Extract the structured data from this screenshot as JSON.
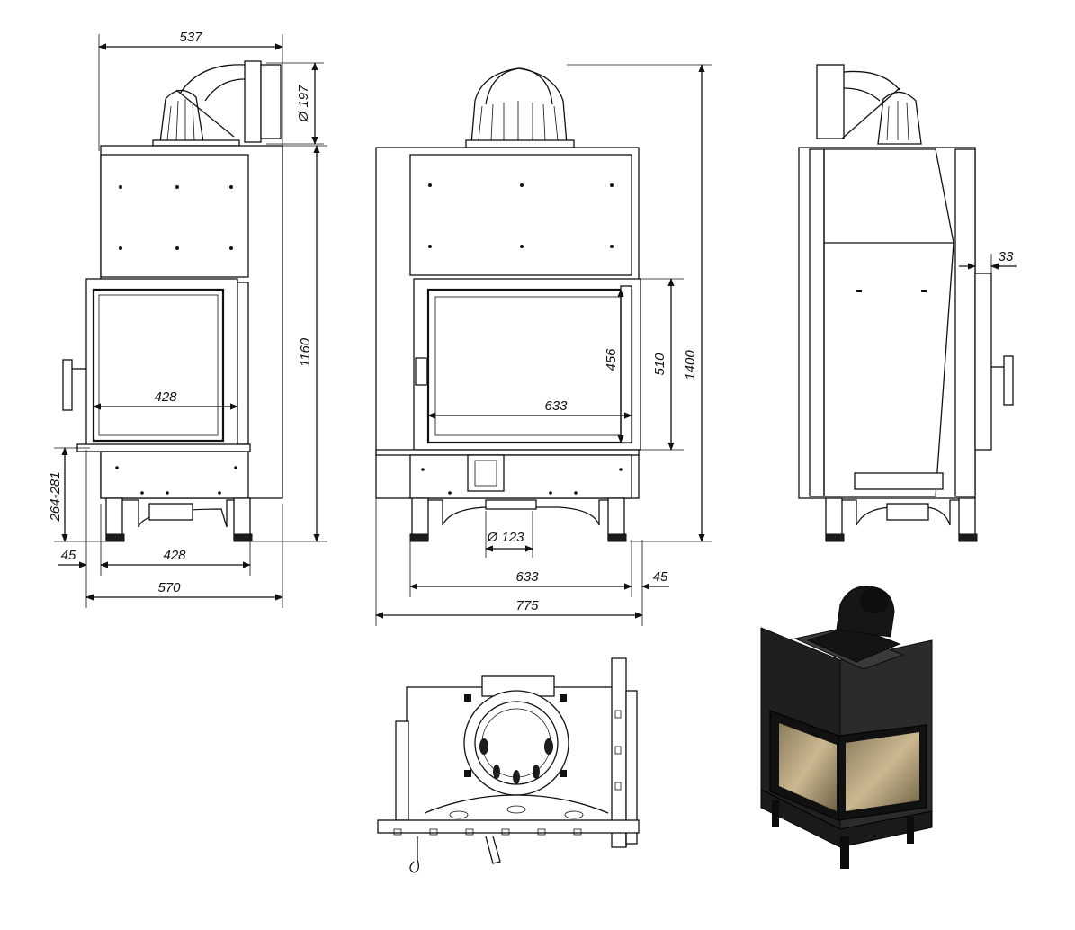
{
  "dimensions": {
    "left_top_width": "537",
    "flue_diameter": "Ø 197",
    "left_height": "1160",
    "left_glass_width": "428",
    "left_base_height": "264-281",
    "left_offset": "45",
    "left_base_width": "428",
    "left_total_width": "570",
    "front_glass_height": "456",
    "front_door_height": "510",
    "front_total_height": "1400",
    "front_glass_width": "633",
    "air_inlet_diameter": "Ø 123",
    "front_base_width": "633",
    "front_offset": "45",
    "front_total_width": "775",
    "side_offset": "33"
  },
  "colors": {
    "line": "#111111",
    "body_fill": "#1c1c1c",
    "glass": "#cbb890"
  }
}
